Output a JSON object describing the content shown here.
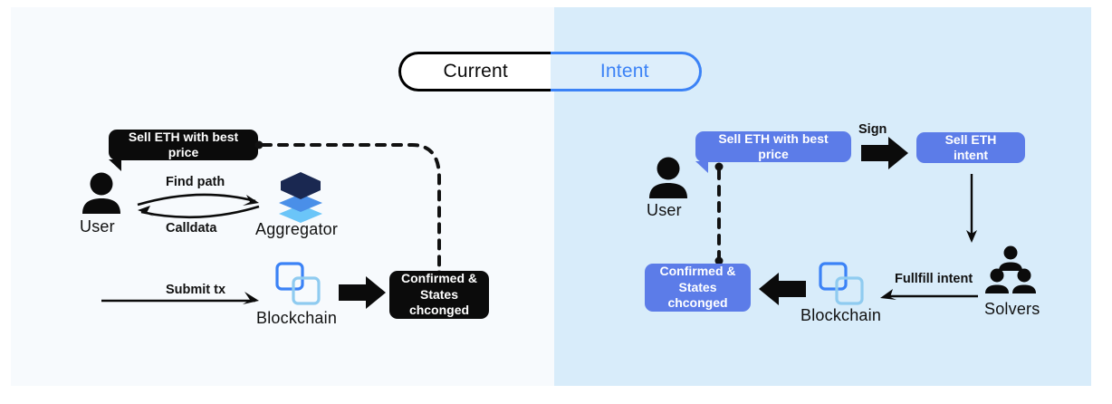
{
  "diagram": {
    "title_current": "Current",
    "title_intent": "Intent",
    "colors": {
      "panel_current_bg": "#f7fafd",
      "panel_intent_bg": "#d8ecfa",
      "accent_blue": "#3b82f6",
      "bubble_blue": "#5c7ce8",
      "bubble_dark": "#0b0b0b",
      "aggregator_top": "#1a2851",
      "aggregator_mid": "#4a8fe8",
      "aggregator_bottom": "#6bc5f8",
      "blockchain_dark": "#3b82f6",
      "blockchain_light": "#8fcbf0"
    }
  },
  "toggle": {
    "options": [
      {
        "label": "Current",
        "selected": false
      },
      {
        "label": "Intent",
        "selected": true
      }
    ]
  },
  "current_flow": {
    "bubble": "Sell ETH with best price",
    "user_label": "User",
    "aggregator_label": "Aggregator",
    "find_path_label": "Find path",
    "calldata_label": "Calldata",
    "submit_tx_label": "Submit tx",
    "blockchain_label": "Blockchain",
    "confirmed_line1": "Confirmed &",
    "confirmed_line2": "States chconged"
  },
  "intent_flow": {
    "bubble": "Sell ETH with best price",
    "user_label": "User",
    "sign_label": "Sign",
    "intent_box": "Sell ETH intent",
    "solvers_label": "Solvers",
    "fullfill_label": "Fullfill intent",
    "blockchain_label": "Blockchain",
    "confirmed_line1": "Confirmed &",
    "confirmed_line2": "States chconged"
  },
  "icons": {
    "user": "user-icon",
    "aggregator": "aggregator-stack-icon",
    "blockchain": "blockchain-blocks-icon",
    "solvers": "solvers-group-icon"
  }
}
